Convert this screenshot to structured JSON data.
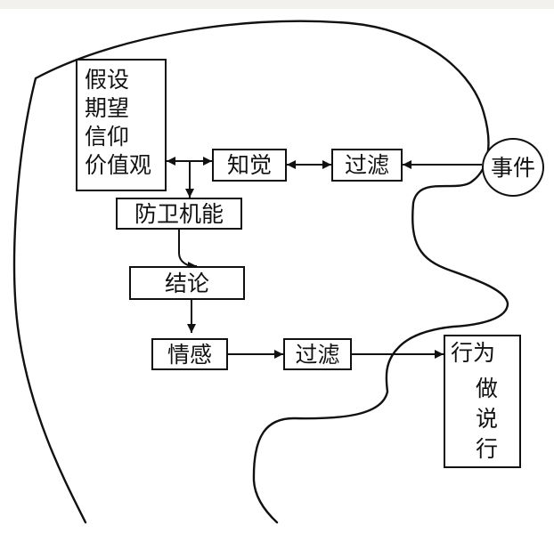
{
  "diagram": {
    "nodes": {
      "beliefs": [
        "假设",
        "期望",
        "信仰",
        "价值观"
      ],
      "perception": "知觉",
      "filter_top": "过滤",
      "event": "事件",
      "defense": "防卫机能",
      "conclusion": "结论",
      "emotion": "情感",
      "filter_bottom": "过滤",
      "behavior": {
        "title": "行为",
        "items": [
          "做",
          "说",
          "行"
        ]
      }
    }
  }
}
